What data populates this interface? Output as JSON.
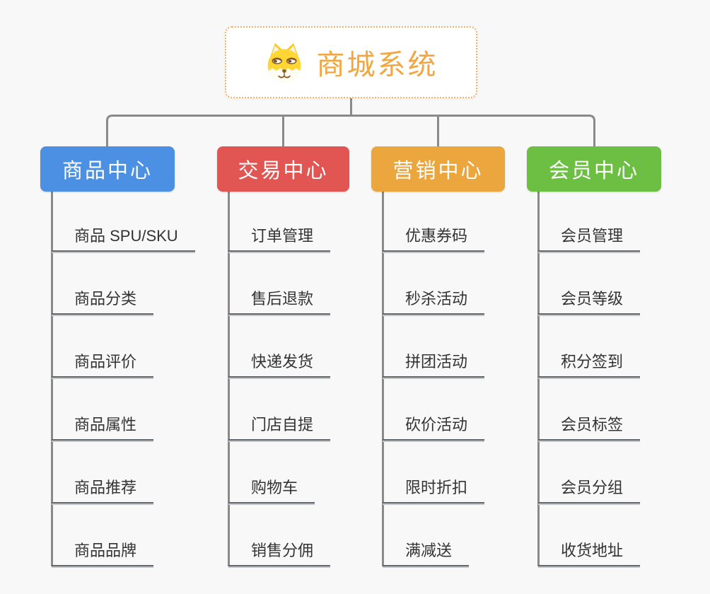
{
  "root": {
    "title": "商城系统",
    "icon": "shiba-dog-icon"
  },
  "columns": [
    {
      "label": "商品中心",
      "color": "#4B90E2",
      "items": [
        "商品 SPU/SKU",
        "商品分类",
        "商品评价",
        "商品属性",
        "商品推荐",
        "商品品牌"
      ]
    },
    {
      "label": "交易中心",
      "color": "#E15552",
      "items": [
        "订单管理",
        "售后退款",
        "快递发货",
        "门店自提",
        "购物车",
        "销售分佣"
      ]
    },
    {
      "label": "营销中心",
      "color": "#EBA63E",
      "items": [
        "优惠券码",
        "秒杀活动",
        "拼团活动",
        "砍价活动",
        "限时折扣",
        "满减送"
      ]
    },
    {
      "label": "会员中心",
      "color": "#6CBF42",
      "items": [
        "会员管理",
        "会员等级",
        "积分签到",
        "会员标签",
        "会员分组",
        "收货地址"
      ]
    }
  ],
  "theme": {
    "background": "#F8F8F8",
    "connector": "#8A8A8A",
    "item_text": "#333333",
    "underline": "#62676D",
    "underline_shadow": "#C6C6C6",
    "root_title": "#F2A640",
    "root_border": "#F3B262"
  }
}
